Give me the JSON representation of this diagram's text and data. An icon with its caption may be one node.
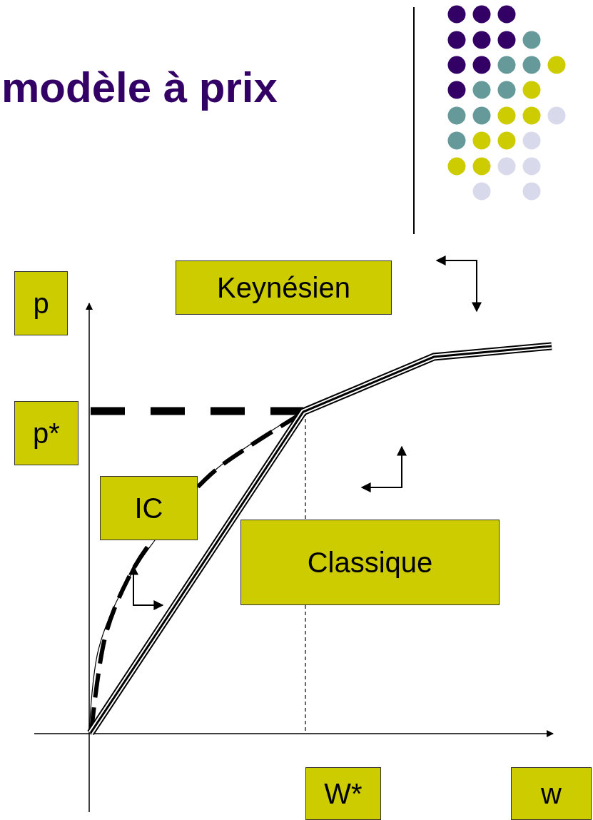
{
  "diagram": {
    "title": "modèle à prix",
    "nodes": [
      {
        "text": [
          "p"
        ]
      },
      {
        "text": [
          "Keynésien"
        ]
      },
      {
        "text": [
          "p*"
        ]
      },
      {
        "text": [
          "IC"
        ]
      },
      {
        "text": [
          "Classique"
        ]
      },
      {
        "text": [
          "W*"
        ]
      },
      {
        "text": [
          "w"
        ]
      }
    ]
  }
}
